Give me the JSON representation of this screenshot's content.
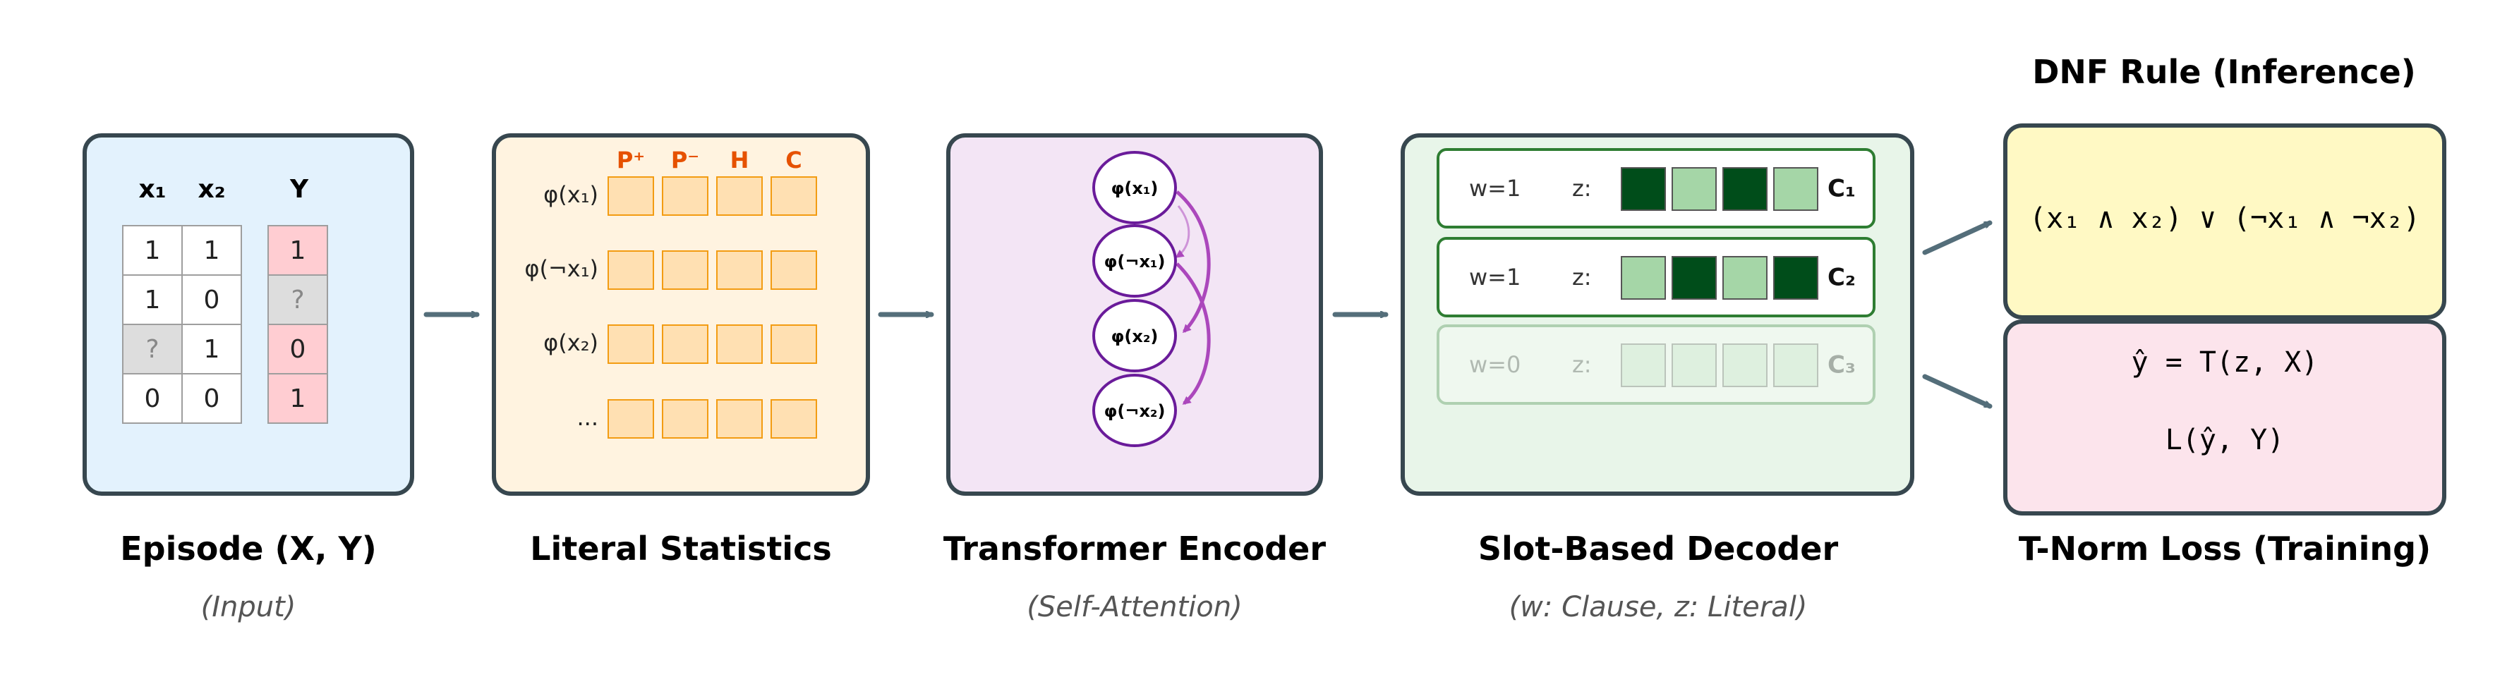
{
  "colors": {
    "border": "#37474f",
    "arrow": "#546e7a",
    "input_bg": "#e3f2fd",
    "stats_bg": "#fff3e0",
    "encoder_bg": "#f3e5f5",
    "decoder_bg": "#e8f5e9",
    "rule_bg": "#fff9c4",
    "loss_bg": "#fce4ec",
    "orange": "#e65100",
    "cell_orange": "#ffe0b2",
    "cell_orange_border": "#f39c12",
    "purple": "#6a1b9a",
    "purple_light": "#ab47bc",
    "green_dark": "#004d1a",
    "green_light": "#a5d6a7",
    "green_border": "#2e7d32",
    "y_pink": "#ffcdd2",
    "missing_gray": "#dddddd"
  },
  "episode": {
    "label": "Episode (X, Y)",
    "sublabel": "(Input)",
    "headers": [
      "x₁",
      "x₂",
      "Y"
    ],
    "rows": [
      [
        "1",
        "1",
        "1"
      ],
      [
        "1",
        "0",
        "?"
      ],
      [
        "?",
        "1",
        "0"
      ],
      [
        "0",
        "0",
        "1"
      ]
    ]
  },
  "stats": {
    "label": "Literal Statistics",
    "columns": [
      "P⁺",
      "P⁻",
      "H",
      "C"
    ],
    "rows": [
      "φ(x₁)",
      "φ(¬x₁)",
      "φ(x₂)",
      "..."
    ]
  },
  "encoder": {
    "label": "Transformer Encoder",
    "sublabel": "(Self-Attention)",
    "tokens": [
      "φ(x₁)",
      "φ(¬x₁)",
      "φ(x₂)",
      "φ(¬x₂)"
    ]
  },
  "decoder": {
    "label": "Slot-Based Decoder",
    "sublabel": "(w: Clause, z: Literal)",
    "z_label": "z:",
    "slots": [
      {
        "w": "w=1",
        "clause": "C₁",
        "active": true,
        "z": [
          1,
          0,
          1,
          0
        ]
      },
      {
        "w": "w=1",
        "clause": "C₂",
        "active": true,
        "z": [
          0,
          1,
          0,
          1
        ]
      },
      {
        "w": "w=0",
        "clause": "C₃",
        "active": false,
        "z": [
          0,
          0,
          0,
          0
        ]
      }
    ]
  },
  "rule": {
    "title": "DNF Rule (Inference)",
    "formula": "(x₁ ∧ x₂) ∨ (¬x₁ ∧ ¬x₂)"
  },
  "loss": {
    "label": "T-Norm Loss (Training)",
    "line1": "ŷ = T(z, X)",
    "line2": "L(ŷ, Y)"
  }
}
